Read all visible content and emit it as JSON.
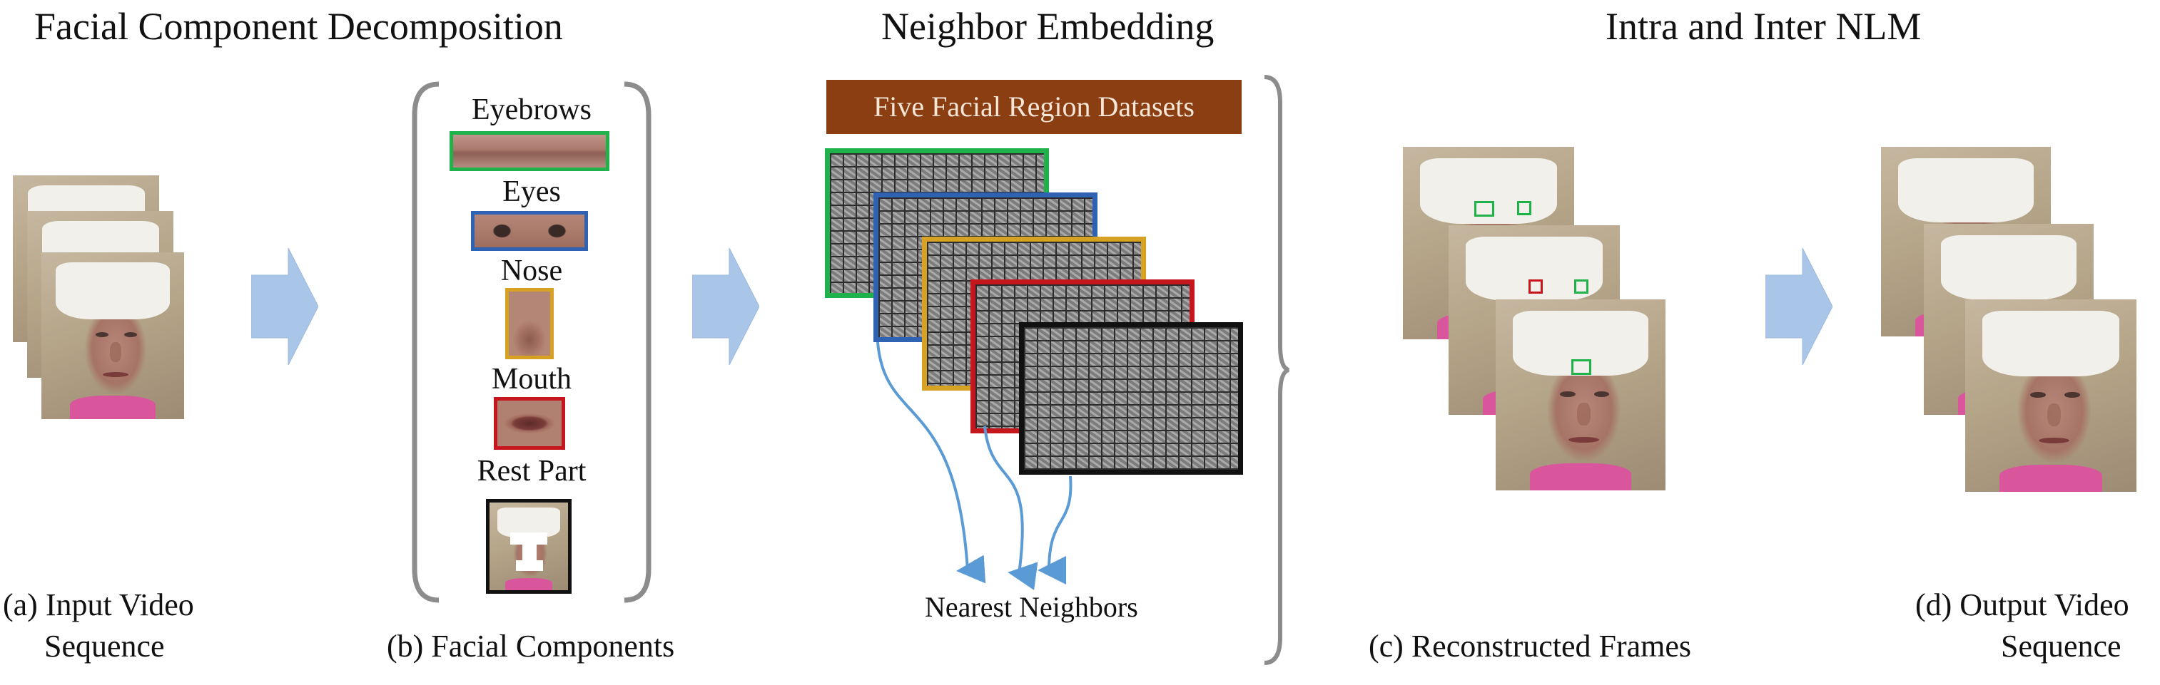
{
  "titles": {
    "decomposition": "Facial Component Decomposition",
    "embedding": "Neighbor Embedding",
    "nlm": "Intra and Inter NLM"
  },
  "captions": {
    "a_line1": "(a) Input Video",
    "a_line2": "Sequence",
    "b": "(b) Facial Components",
    "c": "(c) Reconstructed Frames",
    "d_line1": "(d) Output Video",
    "d_line2": "Sequence"
  },
  "components": {
    "eyebrows": "Eyebrows",
    "eyes": "Eyes",
    "nose": "Nose",
    "mouth": "Mouth",
    "rest": "Rest Part"
  },
  "datasets_banner": "Five Facial Region Datasets",
  "nearest_neighbors": "Nearest Neighbors",
  "colors": {
    "arrow_fill": "#a9c6e8",
    "banner": "#8a3e12",
    "green": "#1fb14a",
    "blue": "#2f62b3",
    "orange": "#d7a122",
    "red": "#c4161c",
    "black": "#111111",
    "curve": "#5b9bd5",
    "bracket": "#8c8c8c"
  }
}
